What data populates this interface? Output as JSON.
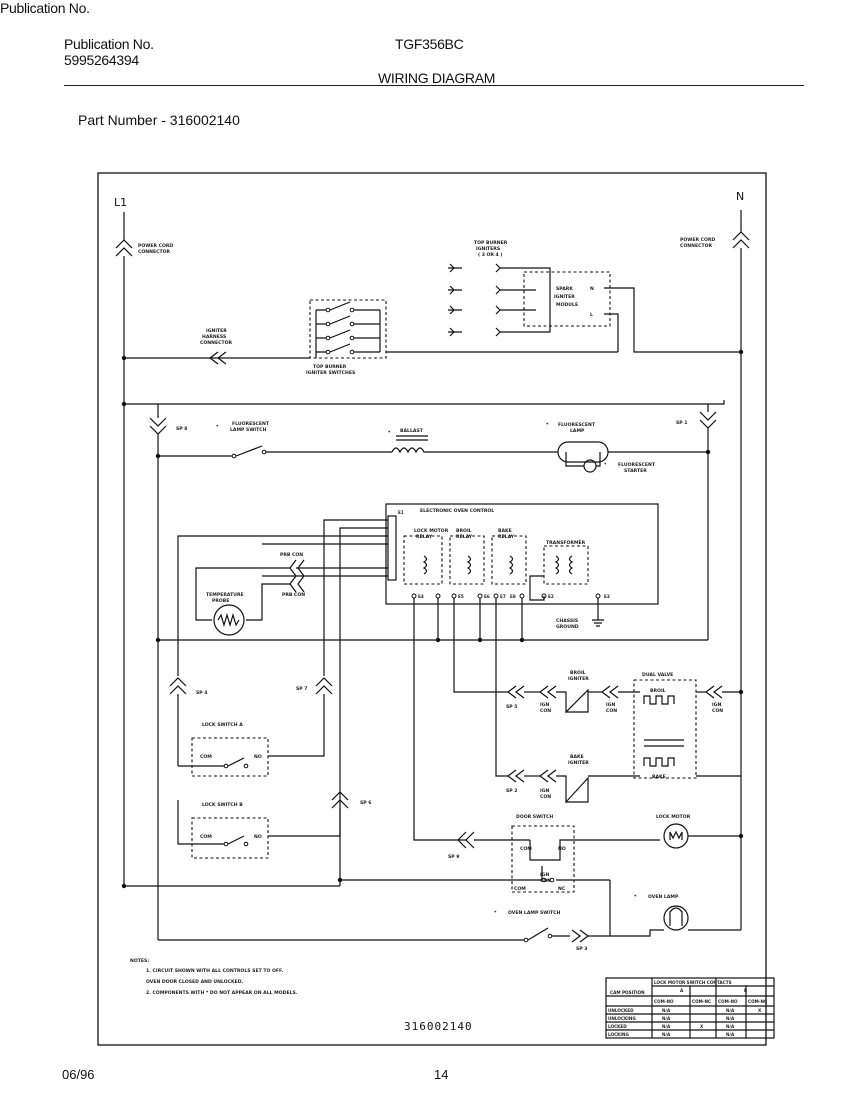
{
  "header": {
    "publication_label": "Publication No.",
    "publication_number": "5995264394",
    "model": "TGF356BC",
    "title": "WIRING DIAGRAM",
    "part_number": "Part Number - 316002140"
  },
  "footer": {
    "date": "06/96",
    "page": "14",
    "drawing_number": "316002140"
  },
  "diagram": {
    "line_label": "L1",
    "neutral_label": "N",
    "labels": {
      "power_cord_left": [
        "POWER CORD",
        "CONNECTOR"
      ],
      "power_cord_right": [
        "POWER CORD",
        "CONNECTOR"
      ],
      "top_burner_igniters": [
        "TOP BURNER",
        "IGNITERS",
        "( 3 OR 4 )"
      ],
      "spark_igniter_module": [
        "SPARK",
        "IGNITER",
        "MODULE"
      ],
      "igniter_harness": [
        "IGNITER",
        "HARNESS",
        "CONNECTOR"
      ],
      "top_burner_switches": [
        "TOP BURNER",
        "IGNITER SWITCHES"
      ],
      "fluorescent_lamp_switch": [
        "FLUORESCENT",
        "LAMP SWITCH"
      ],
      "ballast": "BALLAST",
      "fluorescent_lamp": [
        "FLUORESCENT",
        "LAMP"
      ],
      "fluorescent_starter": [
        "FLUORESCENT",
        "STARTER"
      ],
      "electronic_oven_control": "ELECTRONIC OVEN CONTROL",
      "lock_motor_relay": [
        "LOCK MOTOR",
        "RELAY"
      ],
      "broil_relay": [
        "BROIL",
        "RELAY"
      ],
      "bake_relay": [
        "BAKE",
        "RELAY"
      ],
      "transformer": "TRANSFORMER",
      "chassis_ground": [
        "CHASSIS",
        "GROUND"
      ],
      "temperature_probe": [
        "TEMPERATURE",
        "PROBE"
      ],
      "probe_con_1": "PRB CON",
      "probe_con_2": "PRB CON",
      "broil_igniter": [
        "BROIL",
        "IGNITER"
      ],
      "bake_igniter": [
        "BAKE",
        "IGNITER"
      ],
      "dual_valve": "DUAL VALVE",
      "broil": "BROIL",
      "bake": "BAKE",
      "ign_con_1": [
        "IGN",
        "CON"
      ],
      "ign_con_2": [
        "IGN",
        "CON"
      ],
      "ign_con_3": [
        "IGN",
        "CON"
      ],
      "ign_con_4": [
        "IGN",
        "CON"
      ],
      "ign_con_5": [
        "IGN",
        "CON"
      ],
      "lock_switch_a": "LOCK SWITCH A",
      "lock_switch_b": "LOCK SWITCH B",
      "com": "COM",
      "no": "NO",
      "nc": "NC",
      "door_switch": "DOOR SWITCH",
      "lock_motor": "LOCK MOTOR",
      "oven_lamp": "OVEN LAMP",
      "oven_lamp_switch": "OVEN LAMP SWITCH",
      "sp_labels": [
        "SP 1",
        "SP 2",
        "SP 3",
        "SP 4",
        "SP 5",
        "SP 6",
        "SP 7",
        "SP 8",
        "SP 9"
      ],
      "terminals": [
        "E1",
        "E2",
        "E3",
        "E4",
        "E5",
        "E6",
        "E7",
        "E8"
      ],
      "module_n": "N",
      "module_l": "L",
      "star": "*"
    },
    "notes": {
      "heading": "NOTES:",
      "lines": [
        "1. CIRCUIT SHOWN WITH ALL CONTROLS SET TO OFF.",
        "   OVEN DOOR CLOSED AND UNLOCKED.",
        "2. COMPONENTS WITH * DO NOT APPEAR ON ALL MODELS."
      ]
    },
    "contact_table": {
      "title": "LOCK MOTOR SWITCH CONTACTS",
      "col_groups": [
        "A",
        "B"
      ],
      "headers": [
        "CAM POSITION",
        "COM-NO",
        "COM-NC",
        "COM-NO",
        "COM-NC"
      ],
      "rows": [
        [
          "UNLOCKED",
          "N/A",
          "",
          "N/A",
          "X"
        ],
        [
          "UNLOCKING",
          "N/A",
          "",
          "N/A",
          ""
        ],
        [
          "LOCKED",
          "N/A",
          "X",
          "N/A",
          ""
        ],
        [
          "LOCKING",
          "N/A",
          "",
          "N/A",
          ""
        ]
      ]
    }
  }
}
